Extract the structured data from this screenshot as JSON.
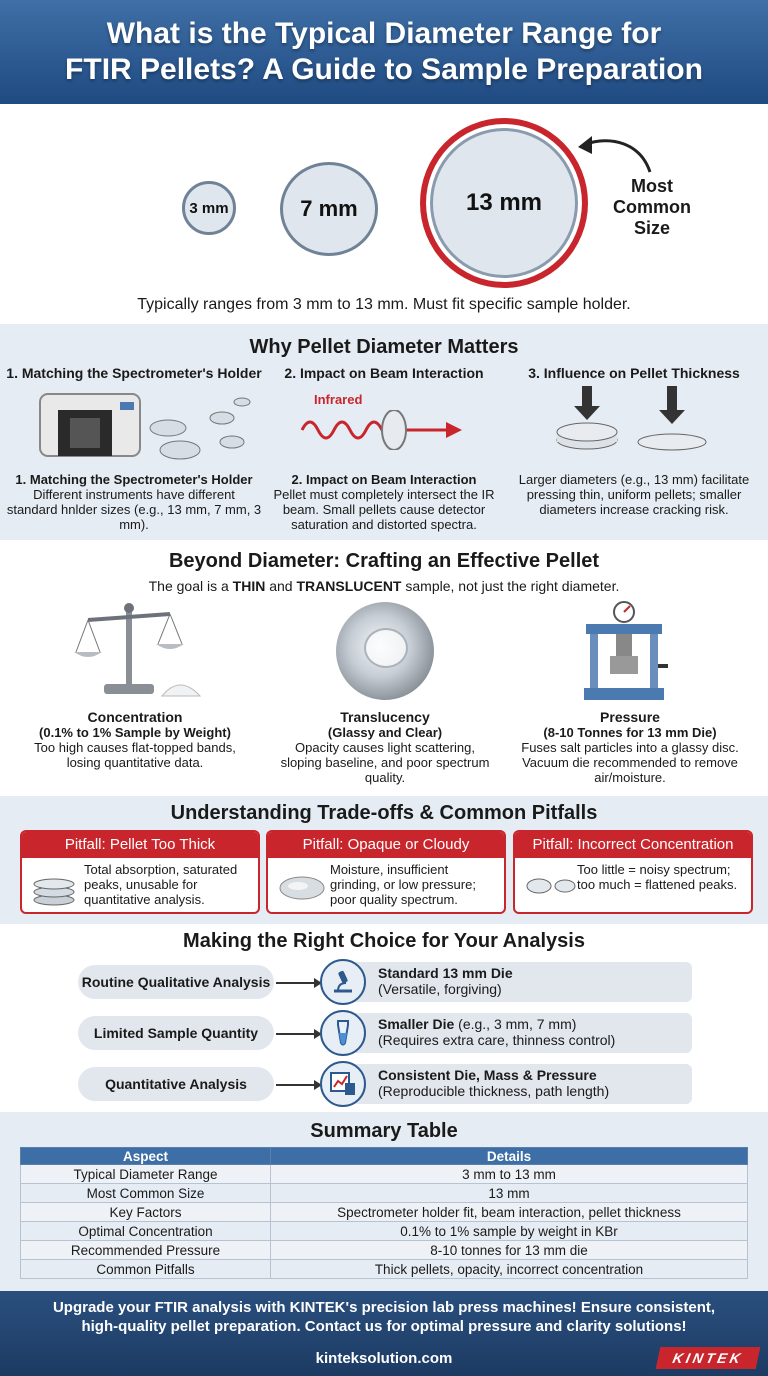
{
  "header": {
    "title_line1": "What is the Typical Diameter Range for",
    "title_line2": "FTIR Pellets? A Guide to Sample Preparation"
  },
  "sizes": {
    "small": "3 mm",
    "medium": "7 mm",
    "large": "13 mm",
    "most_common": "Most Common Size",
    "range_note": "Typically ranges from 3 mm to 13 mm. Must fit specific sample holder."
  },
  "why": {
    "title": "Why Pellet Diameter Matters",
    "infrared_label": "Infrared",
    "cols": [
      {
        "heading": "1. Matching the Spectrometer's Holder",
        "sub": "1. Matching the Spectrometer's Holder",
        "text": "Different instruments have different standard hnlder sizes (e.g., 13 mm, 7 mm, 3 mm)."
      },
      {
        "heading": "2. Impact on Beam Interaction",
        "sub": "2. Impact on Beam Interaction",
        "text": "Pellet must completely intersect the IR beam. Small pellets cause detector saturation and distorted spectra."
      },
      {
        "heading": "3. Influence on Pellet Thickness",
        "text": "Larger diameters (e.g., 13 mm) facilitate pressing thin, uniform pellets; smaller diameters increase cracking risk."
      }
    ]
  },
  "beyond": {
    "title": "Beyond Diameter: Crafting an Effective Pellet",
    "goal_pre": "The goal is a ",
    "goal_b1": "THIN",
    "goal_mid": " and ",
    "goal_b2": "TRANSLUCENT",
    "goal_post": " sample, not just the right diameter.",
    "cols": [
      {
        "t1": "Concentration",
        "t2": "(0.1% to 1% Sample by Weight)",
        "text": "Too high causes flat-topped bands, losing quantitative data."
      },
      {
        "t1": "Translucency",
        "t2": "(Glassy and Clear)",
        "text": "Opacity causes light scattering, sloping baseline, and poor spectrum quality."
      },
      {
        "t1": "Pressure",
        "t2": "(8-10 Tonnes for 13 mm Die)",
        "text": "Fuses salt particles into a glassy disc. Vacuum die recommended to remove air/moisture."
      }
    ]
  },
  "pitfalls": {
    "title": "Understanding Trade-offs & Common Pitfalls",
    "cards": [
      {
        "title": "Pitfall: Pellet Too Thick",
        "text": "Total absorption, saturated peaks, unusable for quantitative analysis."
      },
      {
        "title": "Pitfall: Opaque or Cloudy",
        "text": "Moisture, insufficient grinding, or low pressure; poor quality spectrum."
      },
      {
        "title": "Pitfall: Incorrect Concentration",
        "text": "Too little = noisy spectrum; too much = flattened peaks."
      }
    ]
  },
  "choice": {
    "title": "Making the Right Choice for Your Analysis",
    "rows": [
      {
        "left": "Routine Qualitative Analysis",
        "r_bold": "Standard 13 mm Die",
        "r_text": "(Versatile, forgiving)"
      },
      {
        "left": "Limited Sample Quantity",
        "r_bold": "Smaller Die",
        "r_bold_suffix": " (e.g., 3 mm, 7 mm)",
        "r_text": "(Requires extra care, thinness control)"
      },
      {
        "left": "Quantitative Analysis",
        "r_bold": "Consistent Die, Mass & Pressure",
        "r_text": "(Reproducible thickness, path length)"
      }
    ]
  },
  "summary": {
    "title": "Summary Table",
    "headers": [
      "Aspect",
      "Details"
    ],
    "rows": [
      [
        "Typical Diameter Range",
        "3 mm to 13 mm"
      ],
      [
        "Most Common Size",
        "13 mm"
      ],
      [
        "Key Factors",
        "Spectrometer holder fit, beam interaction, pellet thickness"
      ],
      [
        "Optimal Concentration",
        "0.1% to 1% sample by weight in KBr"
      ],
      [
        "Recommended Pressure",
        "8-10 tonnes for 13 mm die"
      ],
      [
        "Common Pitfalls",
        "Thick pellets, opacity, incorrect concentration"
      ]
    ]
  },
  "footer": {
    "line1": "Upgrade your FTIR analysis with KINTEK's precision lab press machines! Ensure consistent,",
    "line2": "high-quality pellet preparation. Contact us for optimal pressure and clarity solutions!",
    "url": "kinteksolution.com",
    "logo": "KINTEK"
  }
}
